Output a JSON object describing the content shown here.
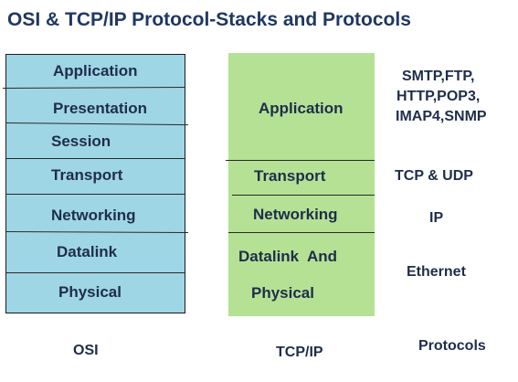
{
  "title": "OSI & TCP/IP Protocol-Stacks and Protocols",
  "osi": {
    "caption": "OSI",
    "layers": [
      "Application",
      "Presentation",
      "Session",
      "Transport",
      "Networking",
      "Datalink",
      "Physical"
    ]
  },
  "tcpip": {
    "caption": "TCP/IP",
    "layers": {
      "application": "Application",
      "transport": "Transport",
      "networking": "Networking",
      "datalink_line1": "Datalink  And",
      "datalink_line2": "Physical"
    }
  },
  "protocols": {
    "caption": "Protocols",
    "application_line1": "SMTP,FTP,",
    "application_line2": "HTTP,POP3,",
    "application_line3": "IMAP4,SNMP",
    "transport": "TCP & UDP",
    "networking": "IP",
    "datalink": "Ethernet"
  },
  "colors": {
    "osi_fill": "#9fd6e6",
    "tcpip_fill": "#b5e195",
    "title_text": "#1f3864",
    "body_text": "#1f2d4a"
  }
}
